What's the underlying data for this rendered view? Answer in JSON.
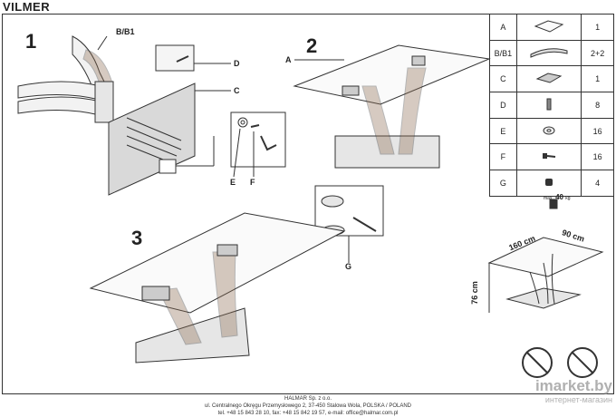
{
  "title": "VILMER",
  "steps": {
    "s1": "1",
    "s2": "2",
    "s3": "3"
  },
  "callouts": {
    "bb1": "B/B1",
    "d": "D",
    "c": "C",
    "a": "A",
    "e": "E",
    "f": "F",
    "g": "G"
  },
  "parts": [
    {
      "letter": "A",
      "qty": "1",
      "icon": "glass-top-icon"
    },
    {
      "letter": "B/B1",
      "qty": "2+2",
      "icon": "leg-panel-icon"
    },
    {
      "letter": "C",
      "qty": "1",
      "icon": "base-plate-icon"
    },
    {
      "letter": "D",
      "qty": "8",
      "icon": "dowel-icon"
    },
    {
      "letter": "E",
      "qty": "16",
      "icon": "washer-icon"
    },
    {
      "letter": "F",
      "qty": "16",
      "icon": "bolt-icon"
    },
    {
      "letter": "G",
      "qty": "4",
      "icon": "suction-cup-icon"
    }
  ],
  "max_load": {
    "label": "max.",
    "value": "40",
    "unit": "kg"
  },
  "dimensions": {
    "length": "160 cm",
    "width": "90 cm",
    "height": "76 cm"
  },
  "footer": {
    "line1": "HALMAR Sp. z o.o.",
    "line2": "ul. Centralnego Okręgu Przemysłowego 2, 37-450 Stalowa Wola, POLSKA / POLAND",
    "line3": "tel. +48 15 843 28 10, fax: +48 15 842 19 57, e-mail: office@halmar.com.pl"
  },
  "watermark": {
    "brand": "imarket.by",
    "sub": "интернет-магазин"
  },
  "colors": {
    "line": "#333333",
    "wood": "#8c6a4f",
    "panel": "#d9d9d9"
  }
}
